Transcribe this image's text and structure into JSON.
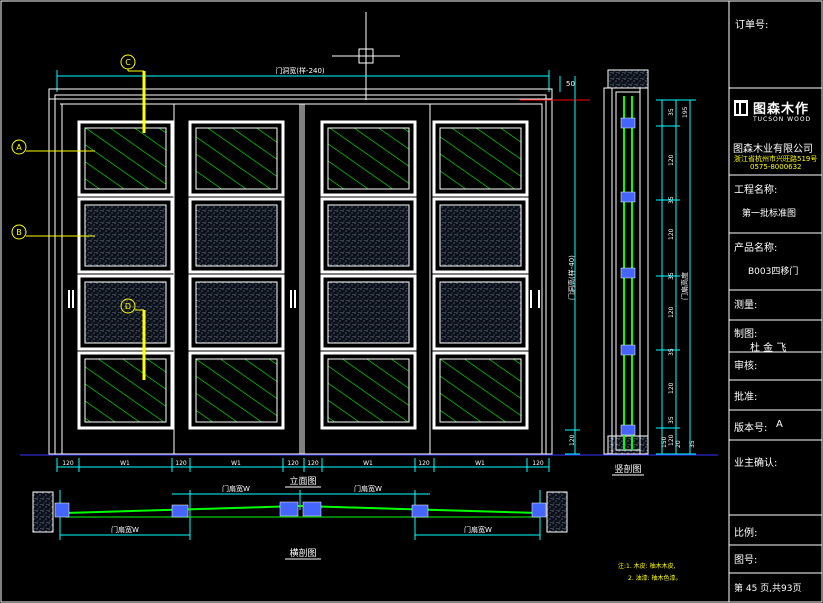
{
  "title_block": {
    "order_no_label": "订单号:",
    "logo_cn": "图森木作",
    "logo_en": "TUCSON WOOD",
    "company": "图森木业有限公司",
    "address_line1": "浙江省杭州市兴旺路519号",
    "address_line2": "0575-8000632",
    "project_label": "工程名称:",
    "project_value": "第一批标准图",
    "product_label": "产品名称:",
    "product_value": "B003四移门",
    "survey_label": "测量:",
    "drafter_label": "制图:",
    "drafter_value": "杜 金 飞",
    "review_label": "审核:",
    "approve_label": "批准:",
    "version_label": "版本号:",
    "version_value": "A",
    "owner_label": "业主确认:",
    "scale_label": "比例:",
    "drawing_no_label": "图号:",
    "page_label": "第 45 页,共93页"
  },
  "drawing": {
    "overall_width_label": "门洞宽(样-240)",
    "dim_top_right": "50",
    "bottom_dims": [
      "120",
      "W1",
      "120",
      "W1",
      "120",
      "120",
      "W1",
      "120",
      "W1",
      "120"
    ],
    "elevation_title": "立面图",
    "plan_title": "横剖图",
    "section_title": "竖剖图",
    "height_label": "门洞高(样-40)",
    "door_height_label": "门扇高度",
    "opening_labels_top": [
      "门扇宽W",
      "门扇宽W"
    ],
    "opening_labels_bottom": [
      "门扇宽W",
      "门扇宽W"
    ],
    "dim_bottom_left": "120",
    "side_dims": [
      "35",
      "120",
      "195",
      "35",
      "120",
      "35",
      "120",
      "35",
      "120",
      "35",
      "120"
    ],
    "section_bottom_dims": [
      "150",
      "20",
      "35"
    ],
    "note_line1": "注:1. 木皮: 柚木木皮,",
    "note_line2": "2. 油漆: 柚木色漆。",
    "callouts": [
      "A",
      "B",
      "C",
      "D"
    ]
  },
  "colors": {
    "background": "#000000",
    "frame": "#ffffff",
    "glass_hatch": "#00ff00",
    "dimension": "#00ffff",
    "callout": "#ffff00",
    "accent_red": "#ff0000",
    "track_blue": "#3333ff"
  }
}
